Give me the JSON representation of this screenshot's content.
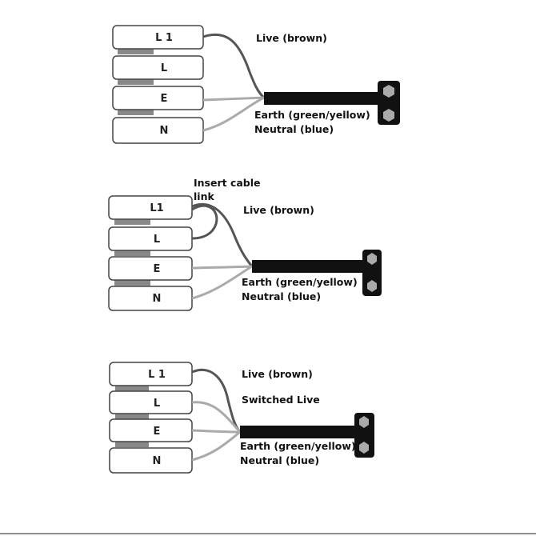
{
  "diagrams": [
    {
      "terminals": [
        "L 1",
        "L",
        "E",
        "N"
      ],
      "labels": {
        "live": "Live (brown)",
        "earth": "Earth (green/yellow)",
        "neutral": "Neutral (blue)"
      }
    },
    {
      "terminals": [
        "L1",
        "L",
        "E",
        "N"
      ],
      "labels": {
        "link_line1": "Insert cable",
        "link_line2": "link",
        "live": "Live (brown)",
        "earth": "Earth (green/yellow)",
        "neutral": "Neutral (blue)"
      }
    },
    {
      "terminals": [
        "L 1",
        "L",
        "E",
        "N"
      ],
      "labels": {
        "live": "Live (brown)",
        "switched": "Switched Live",
        "earth": "Earth (green/yellow)",
        "neutral": "Neutral (blue)"
      }
    }
  ],
  "colors": {
    "live_wire": "#555555",
    "other_wire": "#aaaaaa",
    "cable": "#111111",
    "terminal_border": "#444444",
    "separator": "#888888"
  }
}
